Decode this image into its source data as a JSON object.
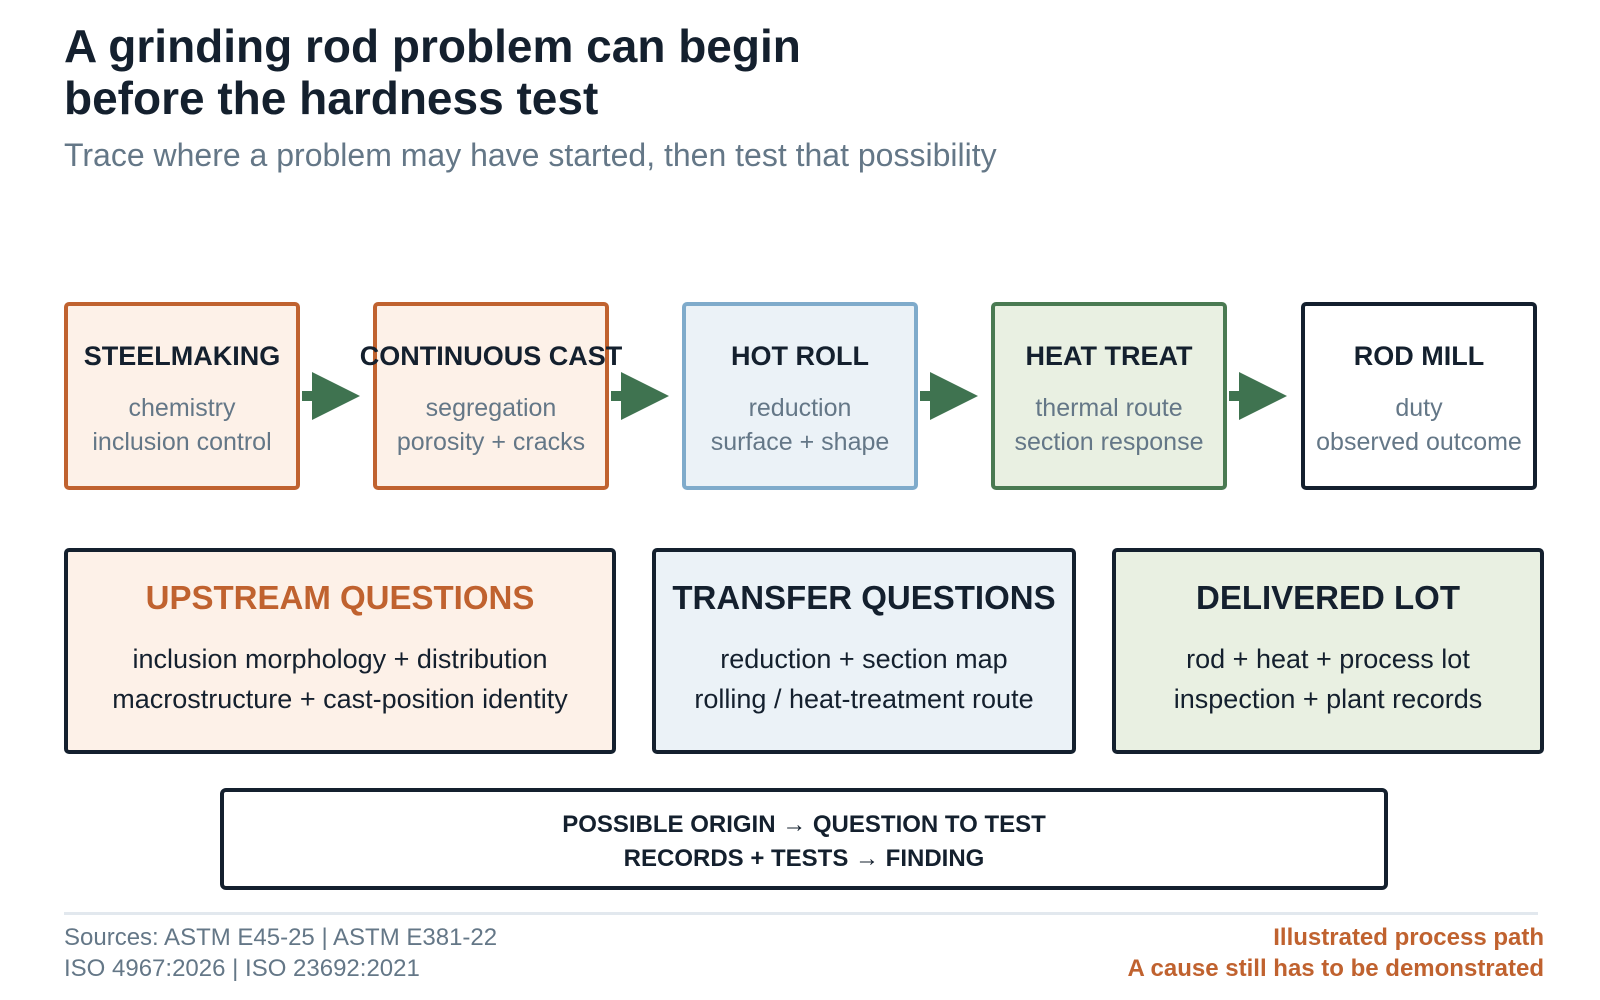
{
  "header": {
    "title_line1": "A grinding rod problem can begin",
    "title_line2": "before the hardness test",
    "subtitle": "Trace where a problem may have started, then test that possibility"
  },
  "colors": {
    "orange": "#c0622f",
    "blue": "#7fabcb",
    "green": "#4a7a52",
    "dark": "#14202e",
    "arrow": "#3f7350"
  },
  "stages": [
    {
      "name": "STEELMAKING",
      "line1": "chemistry",
      "line2": "inclusion control"
    },
    {
      "name": "CONTINUOUS CAST",
      "line1": "segregation",
      "line2": "porosity + cracks"
    },
    {
      "name": "HOT ROLL",
      "line1": "reduction",
      "line2": "surface + shape"
    },
    {
      "name": "HEAT TREAT",
      "line1": "thermal route",
      "line2": "section response"
    },
    {
      "name": "ROD MILL",
      "line1": "duty",
      "line2": "observed outcome"
    }
  ],
  "questions": [
    {
      "title": "UPSTREAM QUESTIONS",
      "line1": "inclusion morphology + distribution",
      "line2": "macrostructure + cast-position identity"
    },
    {
      "title": "TRANSFER QUESTIONS",
      "line1": "reduction + section map",
      "line2": "rolling / heat-treatment route"
    },
    {
      "title": "DELIVERED LOT",
      "line1": "rod + heat + process lot",
      "line2": "inspection + plant records"
    }
  ],
  "summary": {
    "line1": "POSSIBLE ORIGIN → QUESTION TO TEST",
    "line2": "RECORDS + TESTS → FINDING"
  },
  "footer": {
    "sources_line1": "Sources: ASTM E45-25 | ASTM E381-22",
    "sources_line2": "ISO 4967:2026 | ISO 23692:2021",
    "note_line1": "Illustrated process path",
    "note_line2": "A cause still has to be demonstrated"
  }
}
